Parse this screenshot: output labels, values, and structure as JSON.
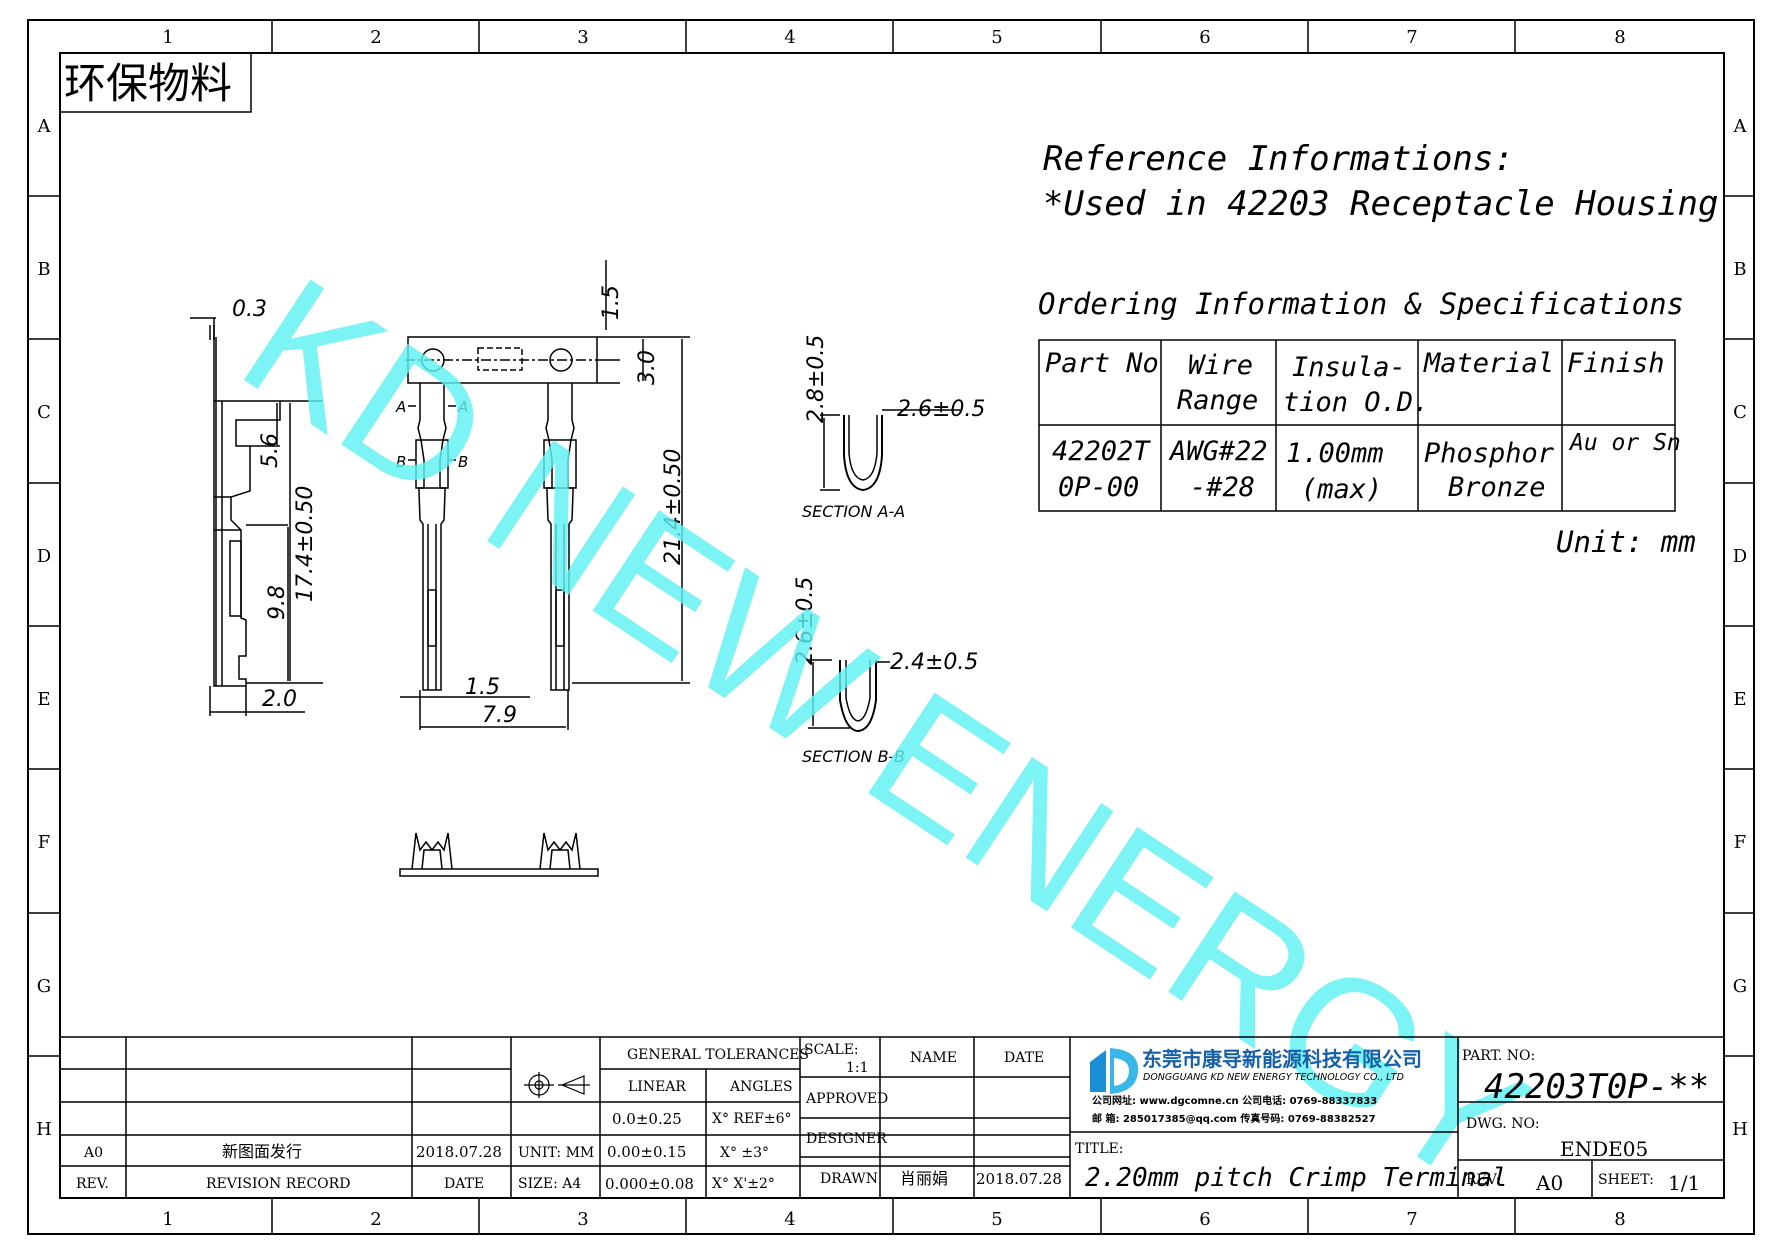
{
  "frame": {
    "cols": [
      "1",
      "2",
      "3",
      "4",
      "5",
      "6",
      "7",
      "8"
    ],
    "rows": [
      "A",
      "B",
      "C",
      "D",
      "E",
      "F",
      "G",
      "H"
    ]
  },
  "eco_label": "环保物料",
  "watermark": "KD NEW ENERGY",
  "reference": {
    "line1": "Reference Informations:",
    "line2": "*Used in 42203  Receptacle  Housing"
  },
  "ordering_title": "Ordering Information & Specifications",
  "spec_table": {
    "headers": [
      {
        "l1": "Part No",
        "l2": ""
      },
      {
        "l1": "Wire",
        "l2": "Range"
      },
      {
        "l1": "Insula-",
        "l2": "tion O.D."
      },
      {
        "l1": "Material",
        "l2": ""
      },
      {
        "l1": "Finish",
        "l2": ""
      }
    ],
    "row": [
      {
        "l1": "42202T",
        "l2": "0P-00"
      },
      {
        "l1": "AWG#22",
        "l2": "-#28"
      },
      {
        "l1": "1.00mm",
        "l2": "(max)"
      },
      {
        "l1": "Phosphor",
        "l2": "Bronze"
      },
      {
        "l1": "Au or Sn",
        "l2": ""
      }
    ]
  },
  "unit_note": "Unit: mm",
  "dimensions": {
    "d_0_3": "0.3",
    "d_5_6": "5.6",
    "d_17_4": "17.4±0.50",
    "d_9_8": "9.8",
    "d_2_0": "2.0",
    "d_1_5_top": "1.5",
    "d_3_0": "3.0",
    "d_21_4": "21.4±0.50",
    "d_1_5_bot": "1.5",
    "d_7_9": "7.9",
    "d_2_8": "2.8±0.5",
    "d_2_6a": "2.6±0.5",
    "d_2_6b": "2.6±0.5",
    "d_2_4": "2.4±0.5",
    "cut_A": "A",
    "cut_B": "B"
  },
  "sections": {
    "aa": "SECTION A-A",
    "bb": "SECTION B-B"
  },
  "title_block": {
    "rev_row_rev": "A0",
    "rev_row_record": "新图面发行",
    "rev_row_date": "2018.07.28",
    "hdr_rev": "REV.",
    "hdr_record": "REVISION RECORD",
    "hdr_date": "DATE",
    "unit": "UNIT: MM",
    "size": "SIZE: A4",
    "general_tol": "GENERAL TOLERANCES",
    "linear": "LINEAR",
    "angles": "ANGLES",
    "tol1": "0.0±0.25",
    "tol2": "0.00±0.15",
    "tol3": "0.000±0.08",
    "ang1": "X° REF±6°",
    "ang2": "X° ±3°",
    "ang3": "X° X'±2°",
    "scale_label": "SCALE:",
    "scale_value": "1:1",
    "name": "NAME",
    "date": "DATE",
    "approved": "APPROVED",
    "designer": "DESIGNER",
    "drawn": "DRAWN",
    "drawn_name": "肖丽娟",
    "drawn_date": "2018.07.28",
    "company_cn": "东莞市康导新能源科技有限公司",
    "company_en": "DONGGUANG KD NEW ENERGY TECHNOLOGY CO., LTD",
    "contact1": "公司网址: www.dgcomne.cn     公司电话: 0769-88337833",
    "contact2": "邮    箱: 285017385@qq.com    传真号码: 0769-88382527",
    "title_label": "TITLE:",
    "title_value": "2.20mm pitch Crimp Terminal",
    "part_no_label": "PART. NO:",
    "part_no": "42203T0P-**",
    "dwg_no_label": "DWG. NO:",
    "dwg_no": "ENDE05",
    "rev_label": "REV:",
    "rev_value": "A0",
    "sheet_label": "SHEET:",
    "sheet_value": "1/1"
  }
}
